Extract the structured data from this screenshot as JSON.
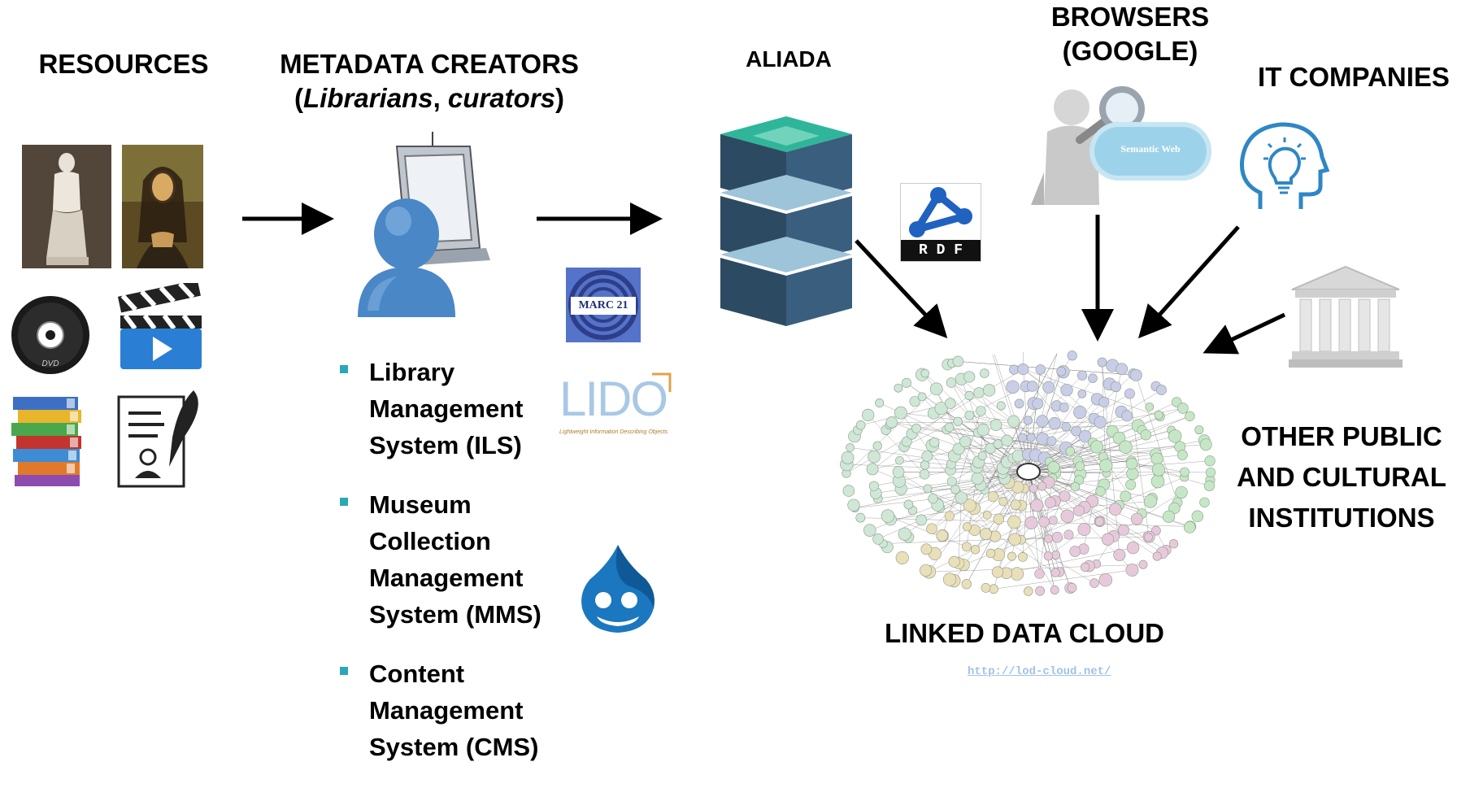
{
  "headers": {
    "resources": "RESOURCES",
    "metadata_creators_line1": "METADATA CREATORS",
    "metadata_creators_open": "(",
    "metadata_creators_italic1": "Librarians",
    "metadata_creators_sep": ", ",
    "metadata_creators_italic2": "curators",
    "metadata_creators_close": ")",
    "aliada": "ALIADA",
    "browsers_line1": "BROWSERS",
    "browsers_line2": "(GOOGLE)",
    "it_companies": "IT COMPANIES",
    "other_line1": "OTHER  PUBLIC",
    "other_line2": "AND CULTURAL",
    "other_line3": "INSTITUTIONS",
    "linked_data_cloud": "LINKED DATA CLOUD"
  },
  "bullets": [
    "Library Management System (ILS)",
    "Museum Collection Management System (MMS)",
    "Content Management System (CMS)"
  ],
  "logos": {
    "marc": "MARC 21",
    "lido": "LIDO",
    "lido_sub": "Lightweight Information Describing Objects",
    "rdf": "R D F",
    "semantic_web": "Semantic Web"
  },
  "link": "http://lod-cloud.net/",
  "colors": {
    "bullet": "#2aa8b3",
    "aliada_dark": "#2d4a63",
    "aliada_light": "#9dc4d9",
    "aliada_top": "#2fb69a",
    "user_blue": "#4a87c6",
    "drupal_blue": "#1b77c0",
    "link": "#9fc3e6"
  }
}
